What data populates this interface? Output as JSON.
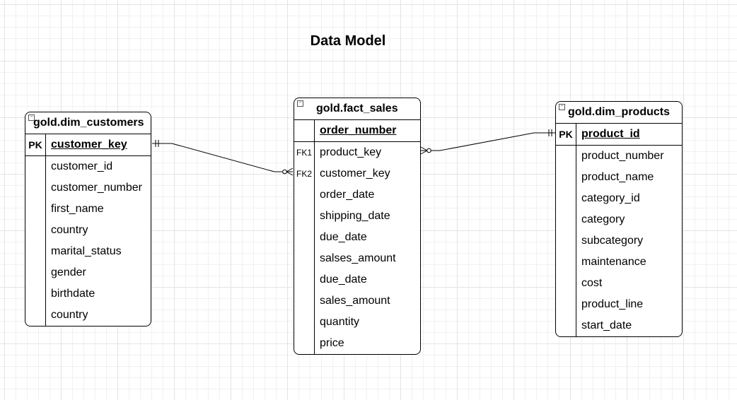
{
  "title": "Data Model",
  "entities": {
    "customers": {
      "name": "gold.dim_customers",
      "pk": {
        "key": "PK",
        "column": "customer_key"
      },
      "columns": [
        {
          "key": "",
          "column": "customer_id"
        },
        {
          "key": "",
          "column": "customer_number"
        },
        {
          "key": "",
          "column": "first_name"
        },
        {
          "key": "",
          "column": "country"
        },
        {
          "key": "",
          "column": "marital_status"
        },
        {
          "key": "",
          "column": "gender"
        },
        {
          "key": "",
          "column": "birthdate"
        },
        {
          "key": "",
          "column": "country"
        }
      ]
    },
    "sales": {
      "name": "gold.fact_sales",
      "pk": {
        "key": "",
        "column": "order_number"
      },
      "columns": [
        {
          "key": "FK1",
          "column": "product_key"
        },
        {
          "key": "FK2",
          "column": "customer_key"
        },
        {
          "key": "",
          "column": "order_date"
        },
        {
          "key": "",
          "column": "shipping_date"
        },
        {
          "key": "",
          "column": "due_date"
        },
        {
          "key": "",
          "column": "salses_amount"
        },
        {
          "key": "",
          "column": "due_date"
        },
        {
          "key": "",
          "column": "sales_amount"
        },
        {
          "key": "",
          "column": "quantity"
        },
        {
          "key": "",
          "column": "price"
        }
      ]
    },
    "products": {
      "name": "gold.dim_products",
      "pk": {
        "key": "PK",
        "column": "product_id"
      },
      "columns": [
        {
          "key": "",
          "column": "product_number"
        },
        {
          "key": "",
          "column": "product_name"
        },
        {
          "key": "",
          "column": "category_id"
        },
        {
          "key": "",
          "column": "category"
        },
        {
          "key": "",
          "column": "subcategory"
        },
        {
          "key": "",
          "column": "maintenance"
        },
        {
          "key": "",
          "column": "cost"
        },
        {
          "key": "",
          "column": "product_line"
        },
        {
          "key": "",
          "column": "start_date"
        }
      ]
    }
  },
  "relationships": [
    {
      "from": "customers.customer_key",
      "to": "sales.customer_key",
      "from_card": "one-mandatory",
      "to_card": "zero-or-many"
    },
    {
      "from": "products.product_id",
      "to": "sales.product_key",
      "from_card": "one-mandatory",
      "to_card": "zero-or-many"
    }
  ]
}
